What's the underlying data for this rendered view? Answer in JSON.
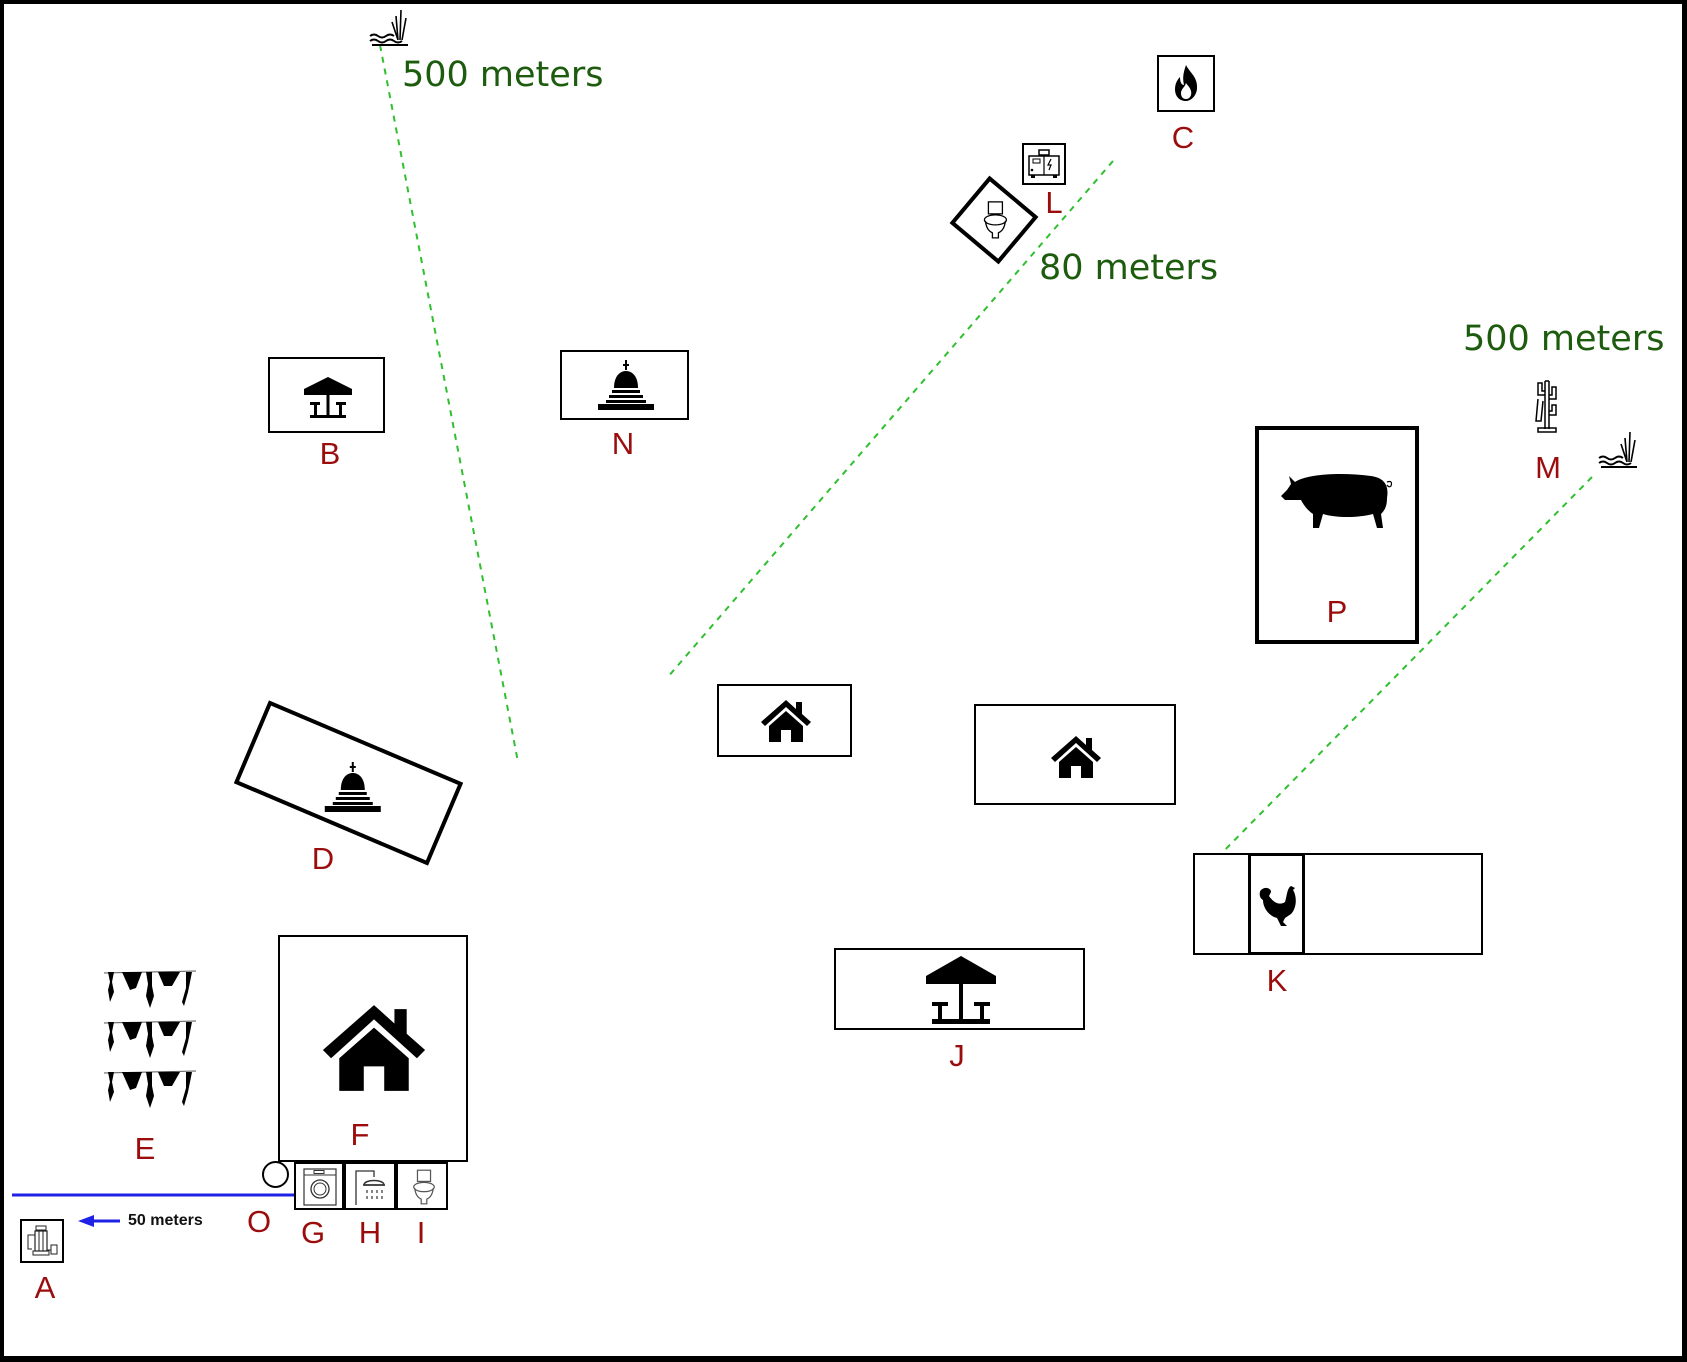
{
  "diagram": {
    "title": "",
    "colors": {
      "label": "#9b0d0d",
      "distance_text": "#1d5c0e",
      "dashed_line": "#2fbf2f",
      "pipe_line": "#1e22e6",
      "border": "#000000"
    },
    "distances": {
      "water_left": "500 meters",
      "toilet_line": "80 meters",
      "water_right": "500 meters",
      "pump": "50 meters"
    },
    "elements": [
      {
        "id": "A",
        "label": "A",
        "icon": "water-pump-icon",
        "meaning": "water pump"
      },
      {
        "id": "B",
        "label": "B",
        "icon": "picnic-shelter-icon",
        "meaning": "shelter with table"
      },
      {
        "id": "C",
        "label": "C",
        "icon": "fire-icon",
        "meaning": "fire / cooking"
      },
      {
        "id": "D",
        "label": "D",
        "icon": "stupa-icon",
        "meaning": "stupa / temple"
      },
      {
        "id": "E",
        "label": "E",
        "icon": "clothesline-icon",
        "meaning": "clothes drying line"
      },
      {
        "id": "F",
        "label": "F",
        "icon": "house-icon",
        "meaning": "main house"
      },
      {
        "id": "G",
        "label": "G",
        "icon": "washing-machine-icon",
        "meaning": "laundry"
      },
      {
        "id": "H",
        "label": "H",
        "icon": "shower-icon",
        "meaning": "shower"
      },
      {
        "id": "I",
        "label": "I",
        "icon": "toilet-icon",
        "meaning": "toilet"
      },
      {
        "id": "J",
        "label": "J",
        "icon": "picnic-shelter-icon",
        "meaning": "shelter with table"
      },
      {
        "id": "K",
        "label": "K",
        "icon": "chicken-icon",
        "meaning": "chicken coop"
      },
      {
        "id": "L",
        "label": "L",
        "icon": "generator-icon",
        "meaning": "generator and toilet"
      },
      {
        "id": "M",
        "label": "M",
        "icon": "coat-rack-icon",
        "meaning": "coat rack"
      },
      {
        "id": "N",
        "label": "N",
        "icon": "stupa-icon",
        "meaning": "stupa / temple"
      },
      {
        "id": "O",
        "label": "O",
        "icon": "circle-icon",
        "meaning": "well / tank"
      },
      {
        "id": "P",
        "label": "P",
        "icon": "pig-icon",
        "meaning": "pig pen"
      }
    ],
    "unlabeled": [
      {
        "icon": "house-icon",
        "meaning": "house"
      },
      {
        "icon": "house-icon",
        "meaning": "house"
      },
      {
        "icon": "water-grass-icon",
        "meaning": "water source (top)"
      },
      {
        "icon": "water-grass-icon",
        "meaning": "water source (right)"
      }
    ]
  }
}
